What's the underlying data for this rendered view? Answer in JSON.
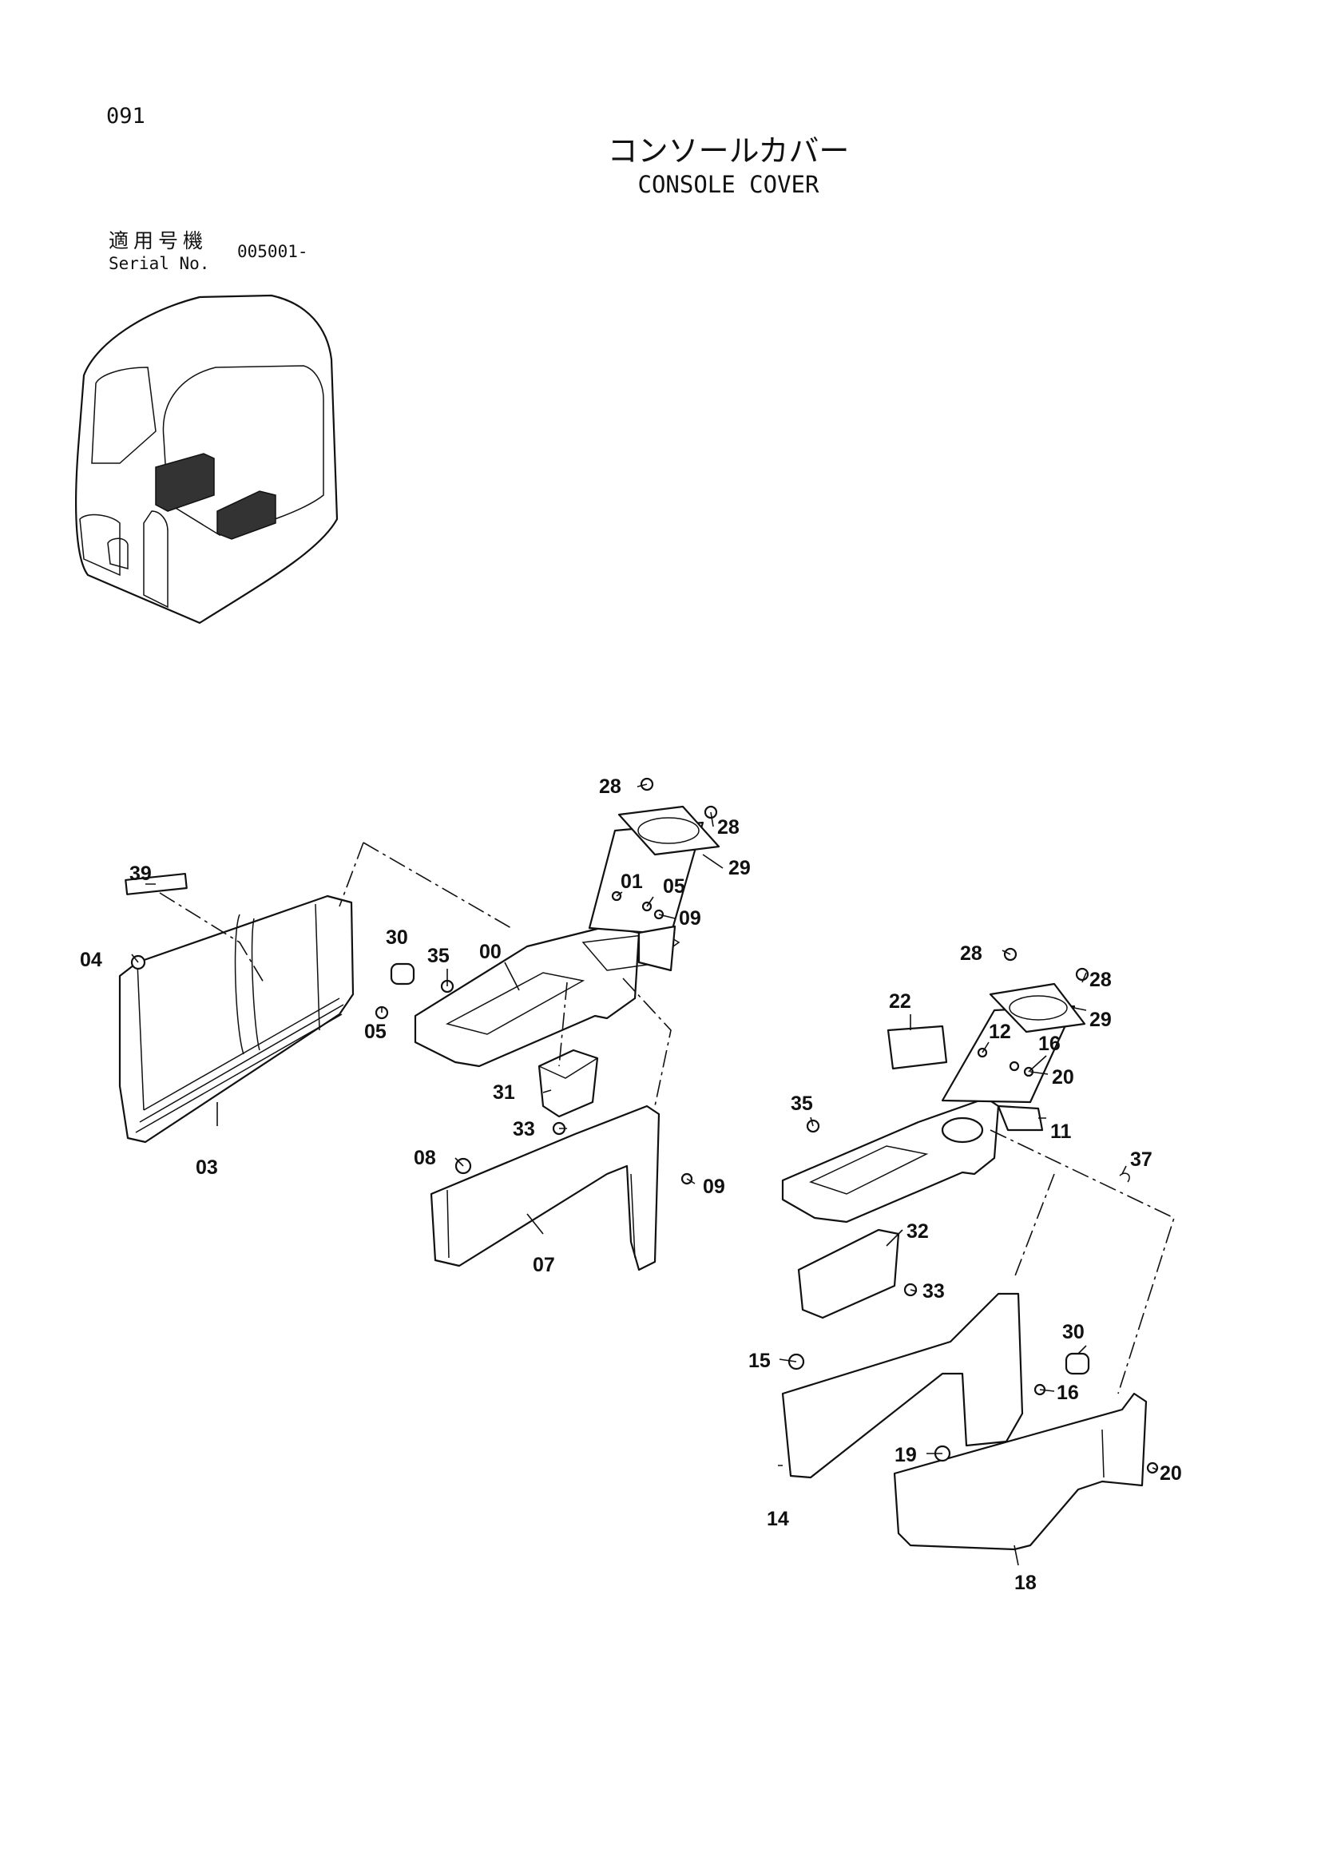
{
  "header": {
    "page_number": "091",
    "title_jp": "コンソールカバー",
    "title_en": "CONSOLE COVER",
    "serial_label_jp": "適用号機",
    "serial_label_en": "Serial No.",
    "serial_value": "005001-"
  },
  "callouts": [
    "28",
    "28",
    "29",
    "01",
    "05",
    "09",
    "39",
    "04",
    "30",
    "35",
    "00",
    "05",
    "03",
    "31",
    "33",
    "08",
    "09",
    "07",
    "28",
    "28",
    "29",
    "22",
    "12",
    "16",
    "20",
    "35",
    "11",
    "37",
    "32",
    "33",
    "30",
    "15",
    "16",
    "14",
    "19",
    "20",
    "18"
  ],
  "icons": {
    "cab_overview": "cab-overview-icon",
    "left_console": "left-console-assembly",
    "right_console": "right-console-assembly"
  }
}
